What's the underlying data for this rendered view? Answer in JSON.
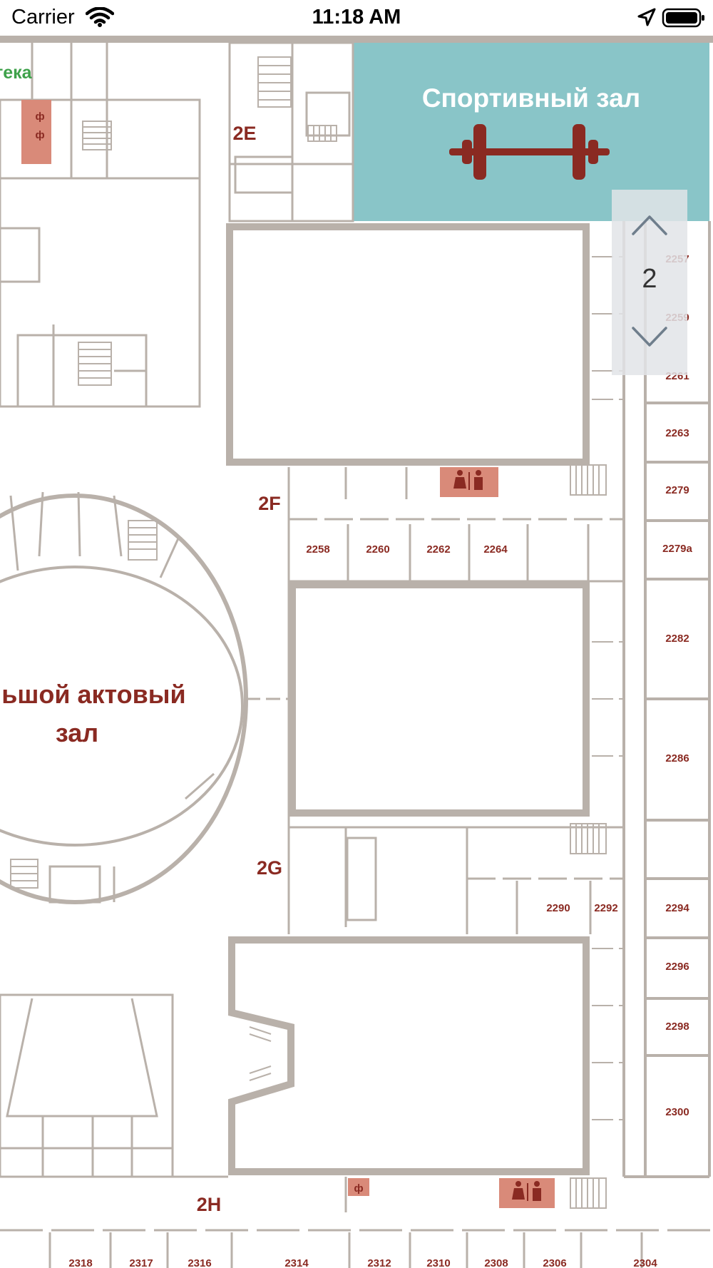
{
  "status_bar": {
    "carrier": "Carrier",
    "time": "11:18 AM"
  },
  "map": {
    "gym_label": "Спортивный зал",
    "library_label_fragment": "тека",
    "assembly_hall_line1": "льшой актовый",
    "assembly_hall_line2": "зал",
    "sections": [
      "2E",
      "2F",
      "2G",
      "2H"
    ],
    "stair_symbol": "ф",
    "rooms": {
      "r2257": "2257",
      "r2259": "2259",
      "r2261": "2261",
      "r2263": "2263",
      "r2279": "2279",
      "r2279a": "2279а",
      "r2282": "2282",
      "r2286": "2286",
      "r2258": "2258",
      "r2260": "2260",
      "r2262": "2262",
      "r2264": "2264",
      "r2290": "2290",
      "r2292": "2292",
      "r2294": "2294",
      "r2296": "2296",
      "r2298": "2298",
      "r2300": "2300",
      "r2318": "2318",
      "r2317": "2317",
      "r2316": "2316",
      "r2314": "2314",
      "r2312": "2312",
      "r2310": "2310",
      "r2308": "2308",
      "r2306": "2306",
      "r2304": "2304"
    },
    "colors": {
      "wall": "#b9b1aa",
      "gym": "#89c5c8",
      "label": "#8a2a22",
      "restroom": "#d98a79",
      "library": "#3ea14a"
    }
  },
  "floor_picker": {
    "current_floor": "2"
  }
}
